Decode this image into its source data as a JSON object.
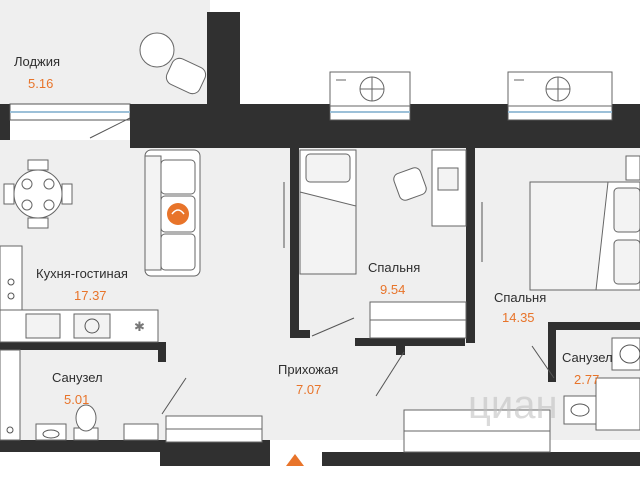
{
  "rooms": {
    "loggia": {
      "name": "Лоджия",
      "area": "5.16"
    },
    "kitchen": {
      "name": "Кухня-гостиная",
      "area": "17.37"
    },
    "bathroom1": {
      "name": "Санузел",
      "area": "5.01"
    },
    "hallway": {
      "name": "Прихожая",
      "area": "7.07"
    },
    "bedroom1": {
      "name": "Спальня",
      "area": "9.54"
    },
    "bedroom2": {
      "name": "Спальня",
      "area": "14.35"
    },
    "bathroom2": {
      "name": "Санузел",
      "area": "2.77"
    }
  },
  "watermark": {
    "text": "циан"
  },
  "colors": {
    "background": "#ffffff",
    "floor": "#efefef",
    "wall": "#303030",
    "area_accent": "#e8742a",
    "entrance_marker": "#e8742a"
  },
  "icons": [
    "ac-unit-icon",
    "dining-table-icon",
    "sofa-icon",
    "cat-icon",
    "bed-icon",
    "desk-icon",
    "wardrobe-icon",
    "bathtub-icon",
    "toilet-icon",
    "sink-icon",
    "entrance-arrow-icon"
  ]
}
